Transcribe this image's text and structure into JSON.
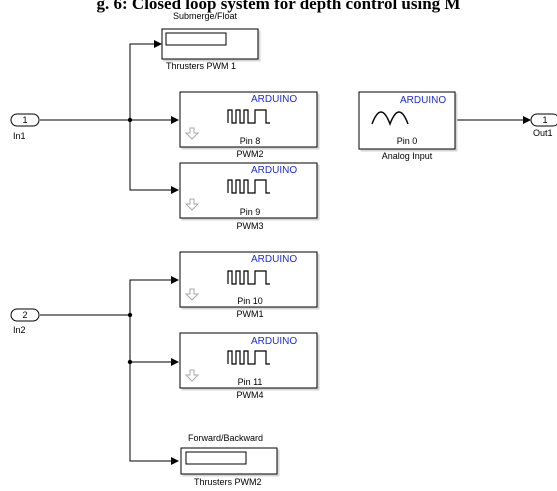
{
  "heading": "g. 6: Closed loop system for depth control using M",
  "inports": [
    {
      "number": "1",
      "name": "In1"
    },
    {
      "number": "2",
      "name": "In2"
    }
  ],
  "outport": {
    "number": "1",
    "name": "Out1"
  },
  "blocks": {
    "thrusters_pwm1": {
      "top_label": "Submerge/Float",
      "name": "Thrusters PWM 1"
    },
    "pwm2": {
      "brand": "ARDUINO",
      "pin": "Pin 8",
      "name": "PWM2"
    },
    "pwm3": {
      "brand": "ARDUINO",
      "pin": "Pin 9",
      "name": "PWM3"
    },
    "pwm1": {
      "brand": "ARDUINO",
      "pin": "Pin 10",
      "name": "PWM1"
    },
    "pwm4": {
      "brand": "ARDUINO",
      "pin": "Pin 11",
      "name": "PWM4"
    },
    "analog_input": {
      "brand": "ARDUINO",
      "pin": "Pin 0",
      "name": "Analog Input"
    },
    "thrusters_pwm2": {
      "top_label": "Forward/Backward",
      "name": "Thrusters PWM2"
    }
  },
  "colors": {
    "arduino_text": "#1f2dd6",
    "line": "#000000",
    "block_border": "#000000"
  }
}
